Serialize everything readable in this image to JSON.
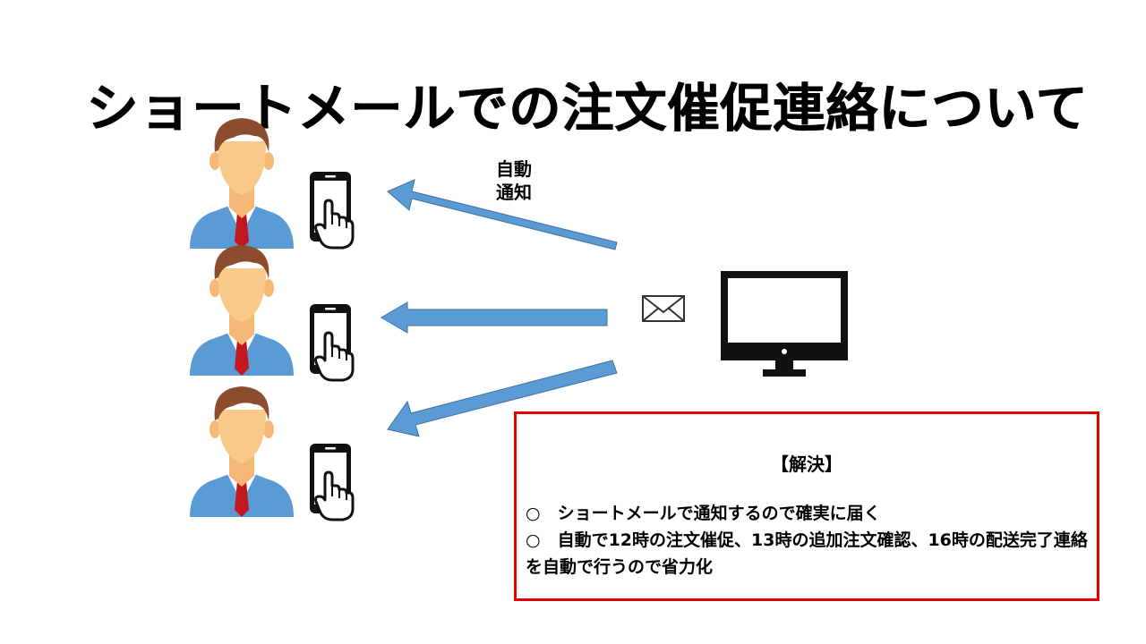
{
  "slide": {
    "title": "ショートメールでの注文催促連絡について"
  },
  "diagram": {
    "arrow_label_line1": "自動",
    "arrow_label_line2": "通知",
    "customers": [
      {
        "icon": "person-icon",
        "device": "smartphone-icon"
      },
      {
        "icon": "person-icon",
        "device": "smartphone-icon"
      },
      {
        "icon": "person-icon",
        "device": "smartphone-icon"
      }
    ],
    "sender": {
      "icon": "monitor-icon",
      "message_icon": "envelope-icon"
    },
    "colors": {
      "arrow": "#5b9bd5",
      "skin": "#f9c98a",
      "hair": "#8c4d2e",
      "shirt": "#5b9bd5",
      "tie": "#c0181e",
      "box_border": "#e00000"
    }
  },
  "solution": {
    "heading": "【解決】",
    "items": [
      "○　ショートメールで通知するので確実に届く",
      "○　自動で12時の注文催促、13時の追加注文確認、16時の配送完了連絡を自動で行うので省力化"
    ]
  }
}
